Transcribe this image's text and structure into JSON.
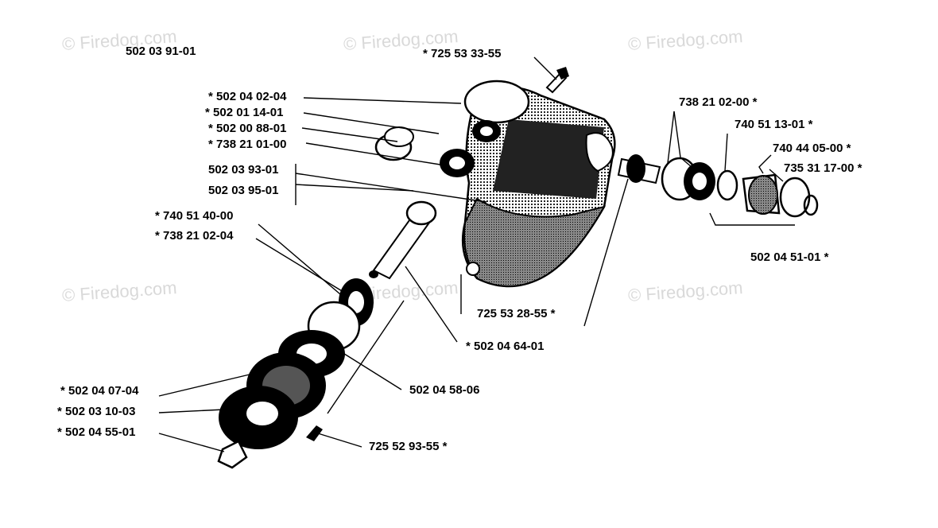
{
  "watermark": "© Firedog.com",
  "labels": {
    "title_part": "502 03 91-01",
    "p_725_53_33_55": "*  725 53 33-55",
    "p_502_04_02_04": "*  502 04 02-04",
    "p_502_01_14_01": "*  502 01 14-01",
    "p_502_00_88_01": "* 502 00 88-01",
    "p_738_21_01_00": "*  738 21 01-00",
    "p_502_03_93_01": "502 03 93-01",
    "p_502_03_95_01": "502 03 95-01",
    "p_740_51_40_00": "*  740 51 40-00",
    "p_738_21_02_04": "*  738 21 02-04",
    "p_738_21_02_00": "738 21 02-00  *",
    "p_740_51_13_01": "740 51 13-01  *",
    "p_740_44_05_00": "740 44 05-00  *",
    "p_735_31_17_00": "735 31 17-00  *",
    "p_502_04_51_01": "502 04 51-01  *",
    "p_725_53_28_55": "725 53 28-55  *",
    "p_502_04_64_01": "*  502 04 64-01",
    "p_502_04_58_06": "502 04 58-06",
    "p_502_04_07_04": "* 502 04 07-04",
    "p_502_03_10_03": "*  502 03 10-03",
    "p_502_04_55_01": "*  502 04 55-01",
    "p_725_52_93_55": "725 52 93-55  *"
  }
}
